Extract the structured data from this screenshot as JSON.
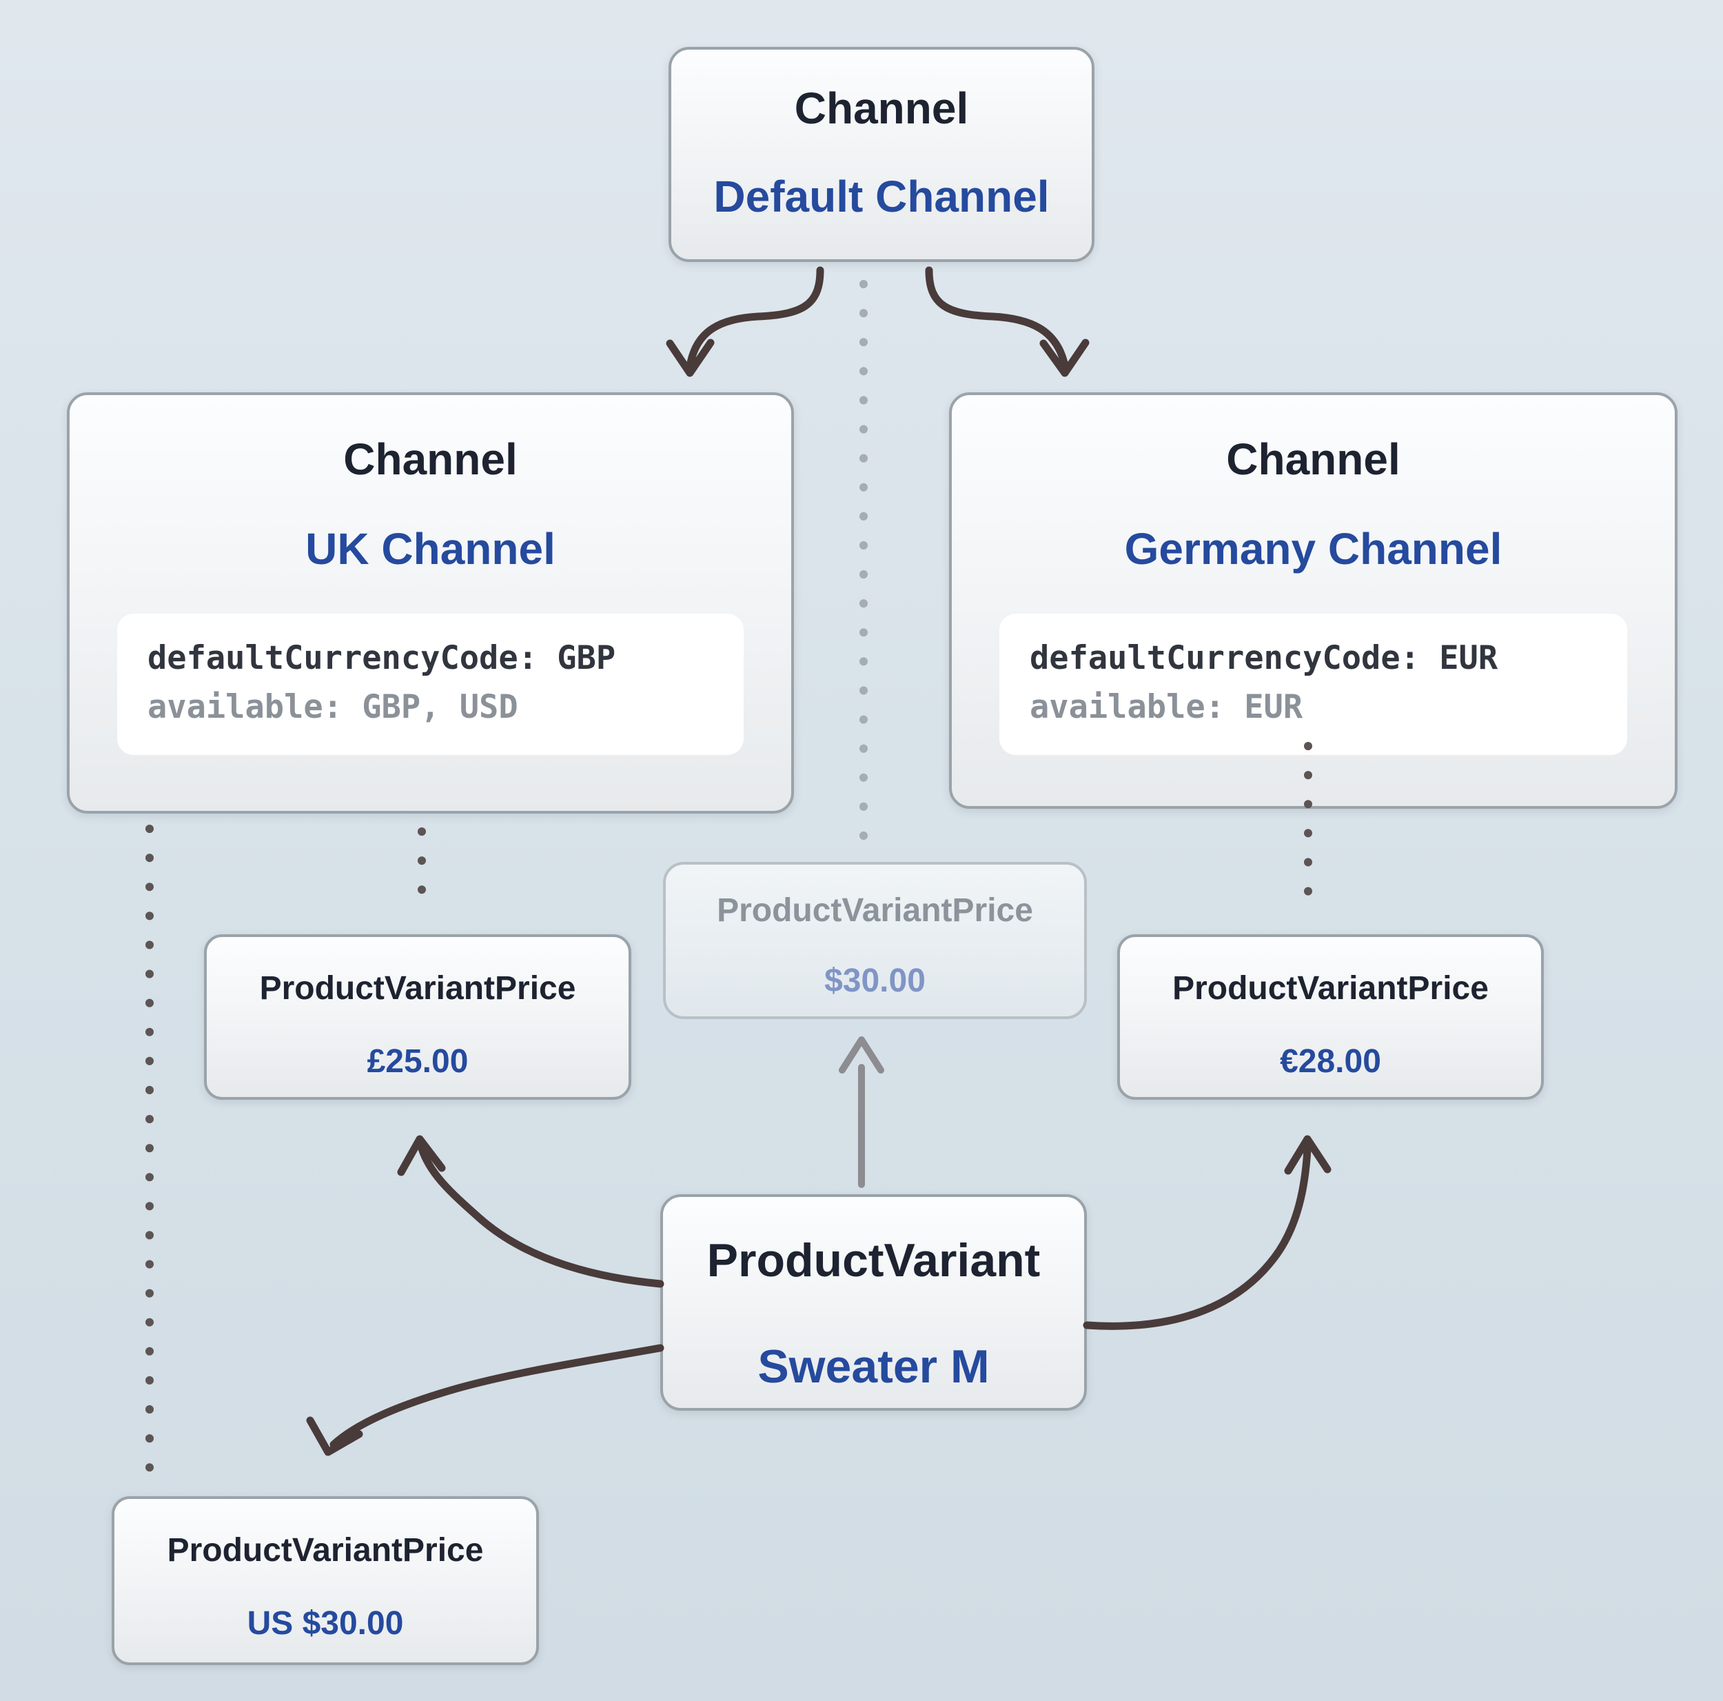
{
  "palette": {
    "background_top": "#e0e8ee",
    "background_bottom": "#d1dce4",
    "node_border": "#9aa3a9",
    "title_dark": "#1d2330",
    "accent_blue": "#254a9e",
    "code_dark": "#31353e",
    "code_gray": "#8b9198",
    "arrow_dark": "#493b3a",
    "arrow_gray": "#8c8c91",
    "dot_light_gray": "#a5acb2",
    "dot_dark_gray": "#5d5454",
    "ghost_title_gray": "#8d939b",
    "ghost_value_blue": "#8095c6"
  },
  "nodes": {
    "defaultChannel": {
      "title": "Channel",
      "name": "Default Channel"
    },
    "ukChannel": {
      "title": "Channel",
      "name": "UK Channel",
      "lines": [
        "defaultCurrencyCode: GBP",
        "available: GBP, USD"
      ]
    },
    "germanyChannel": {
      "title": "Channel",
      "name": "Germany Channel",
      "lines": [
        "defaultCurrencyCode: EUR",
        "available: EUR"
      ]
    },
    "defaultPrice": {
      "title": "ProductVariantPrice",
      "value": "$30.00"
    },
    "ukPrice": {
      "title": "ProductVariantPrice",
      "value": "£25.00"
    },
    "germanyPrice": {
      "title": "ProductVariantPrice",
      "value": "€28.00"
    },
    "productVariant": {
      "title": "ProductVariant",
      "name": "Sweater M"
    },
    "usPrice": {
      "title": "ProductVariantPrice",
      "value": "US $30.00"
    }
  }
}
